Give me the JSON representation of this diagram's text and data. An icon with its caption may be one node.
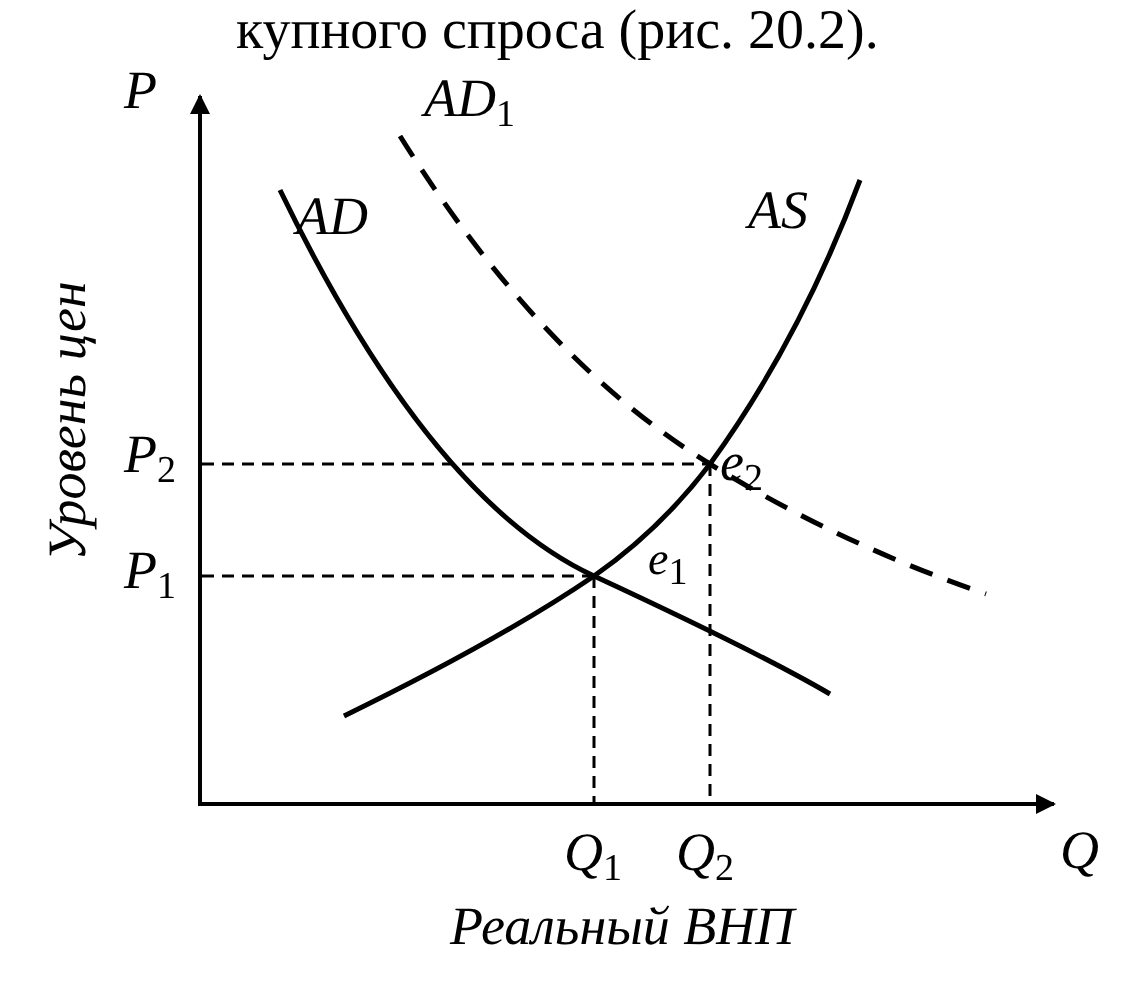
{
  "diagram": {
    "labels": [
      "купного спроса (рис. 20.2).",
      "P",
      "AD$_{1}$",
      "AD",
      "AS",
      "Уровень цен",
      "P$_{2}$",
      "e$_{2}$",
      "P$_{1}$",
      "e$_{1}$",
      "Q$_{1}$",
      "Q$_{2}$",
      "Q",
      "Реальный ВНП"
    ]
  }
}
